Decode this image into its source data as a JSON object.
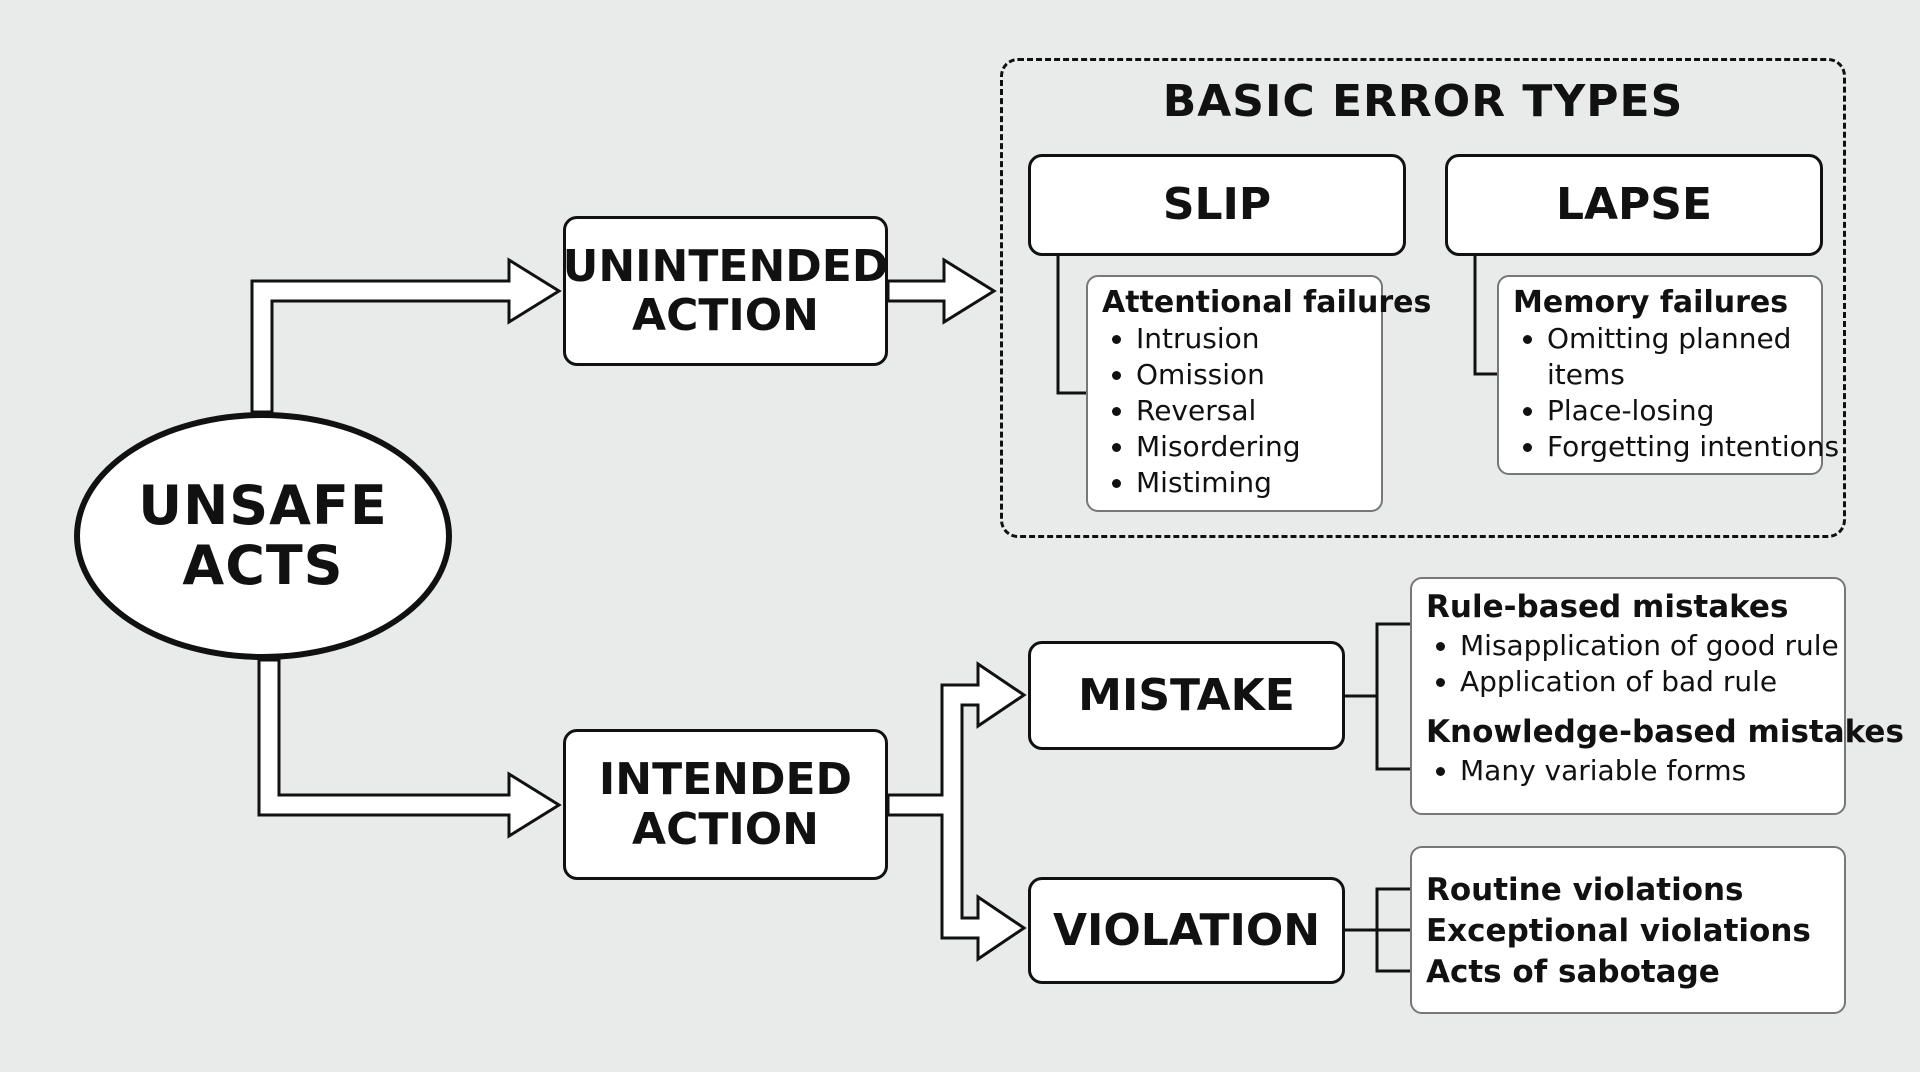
{
  "root": {
    "line1": "UNSAFE",
    "line2": "ACTS"
  },
  "unintended": {
    "line1": "UNINTENDED",
    "line2": "ACTION"
  },
  "intended": {
    "line1": "INTENDED",
    "line2": "ACTION"
  },
  "error_types": {
    "title": "BASIC ERROR TYPES",
    "slip": {
      "label": "SLIP",
      "heading": "Attentional failures",
      "items": [
        "Intrusion",
        "Omission",
        "Reversal",
        "Misordering",
        "Mistiming"
      ]
    },
    "lapse": {
      "label": "LAPSE",
      "heading": "Memory failures",
      "items": [
        "Omitting planned items",
        "Place-losing",
        "Forgetting intentions"
      ]
    }
  },
  "mistake": {
    "label": "MISTAKE",
    "rule_heading": "Rule-based mistakes",
    "rule_items": [
      "Misapplication of good rule",
      "Application of bad rule"
    ],
    "knowledge_heading": "Knowledge-based mistakes",
    "knowledge_items": [
      "Many variable forms"
    ]
  },
  "violation": {
    "label": "VIOLATION",
    "types": [
      "Routine violations",
      "Exceptional violations",
      "Acts of sabotage"
    ]
  }
}
